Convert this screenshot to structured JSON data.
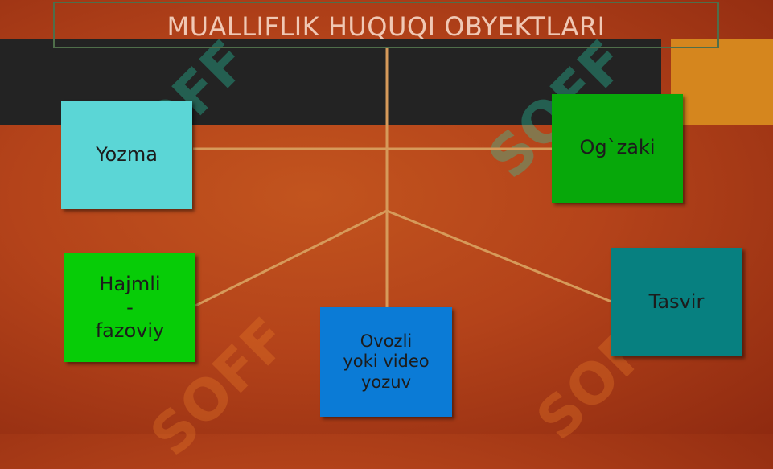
{
  "title": "MUALLIFLIK HUQUQI OBYEKTLARI",
  "watermark_text": "SOFF",
  "boxes": {
    "yozma": {
      "label": "Yozma",
      "color": "#5bd6d6"
    },
    "ogzaki": {
      "label": "Og`zaki",
      "color": "#07a80a"
    },
    "hajmli": {
      "label": "Hajmli\n-\nfazoviy",
      "color": "#07cc07"
    },
    "ovozli": {
      "label": "Ovozli\nyoki video\nyozuv",
      "color": "#0b7bd6"
    },
    "tasvir": {
      "label": "Tasvir",
      "color": "#078080"
    }
  }
}
